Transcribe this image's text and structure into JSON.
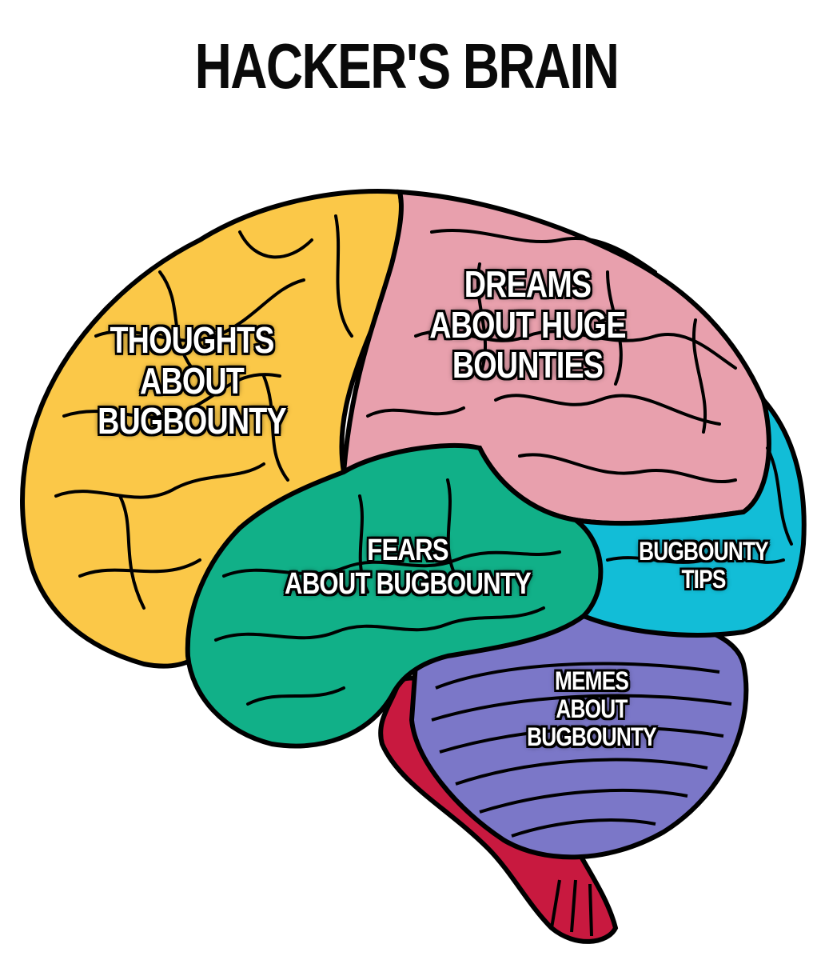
{
  "title": "HACKER'S BRAIN",
  "regions": {
    "frontal": {
      "label": "THOUGHTS\nABOUT\nBUGBOUNTY",
      "color": "#fbc848"
    },
    "parietal": {
      "label": "DREAMS\nABOUT HUGE\nBOUNTIES",
      "color": "#e8a0ad"
    },
    "temporal": {
      "label": "FEARS\nABOUT BUGBOUNTY",
      "color": "#11b088"
    },
    "occipital": {
      "label": "BUGBOUNTY\nTIPS",
      "color": "#12bdd7"
    },
    "cerebellum": {
      "label": "MEMES\nABOUT\nBUGBOUNTY",
      "color": "#7b77c8"
    },
    "brainstem": {
      "color": "#c8193f"
    }
  },
  "outline_color": "#000000"
}
